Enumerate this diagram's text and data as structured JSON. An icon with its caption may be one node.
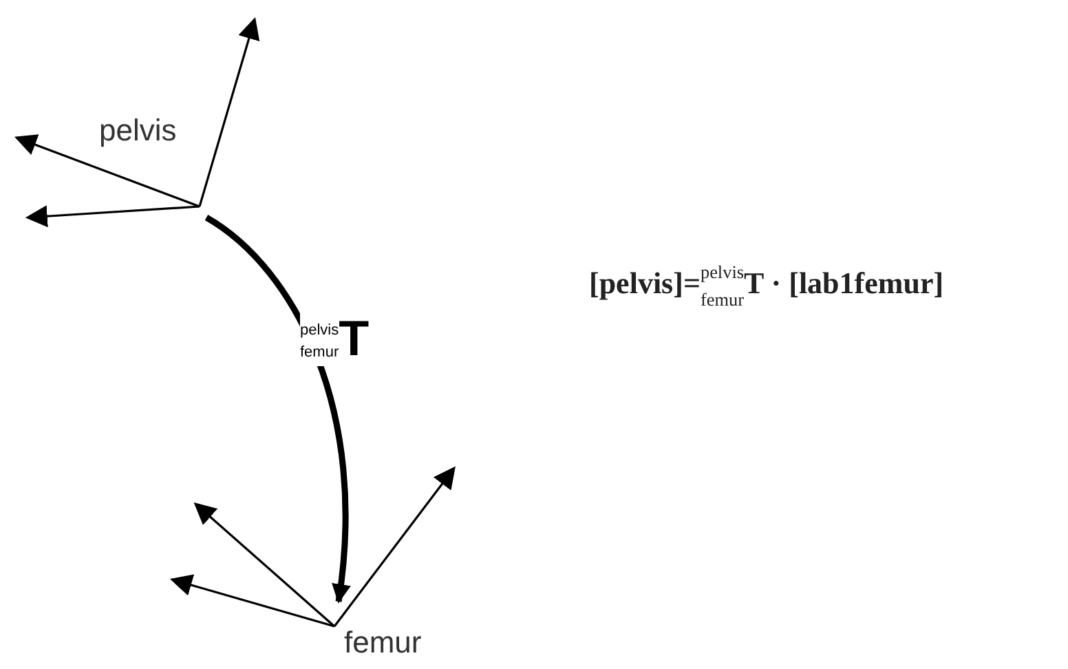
{
  "diagram": {
    "nodes": [
      {
        "text": [
          "pelvis"
        ]
      },
      {
        "text": [
          "femur"
        ]
      }
    ],
    "edges": [
      {
        "from": 0,
        "to": 1,
        "arrow": "to",
        "label": "$^{pelvis}$$_{femur}$T"
      }
    ],
    "labels": [
      "[pelvis]=$^{pelvis}$$_{femur}$T · [lab1femur]"
    ]
  }
}
